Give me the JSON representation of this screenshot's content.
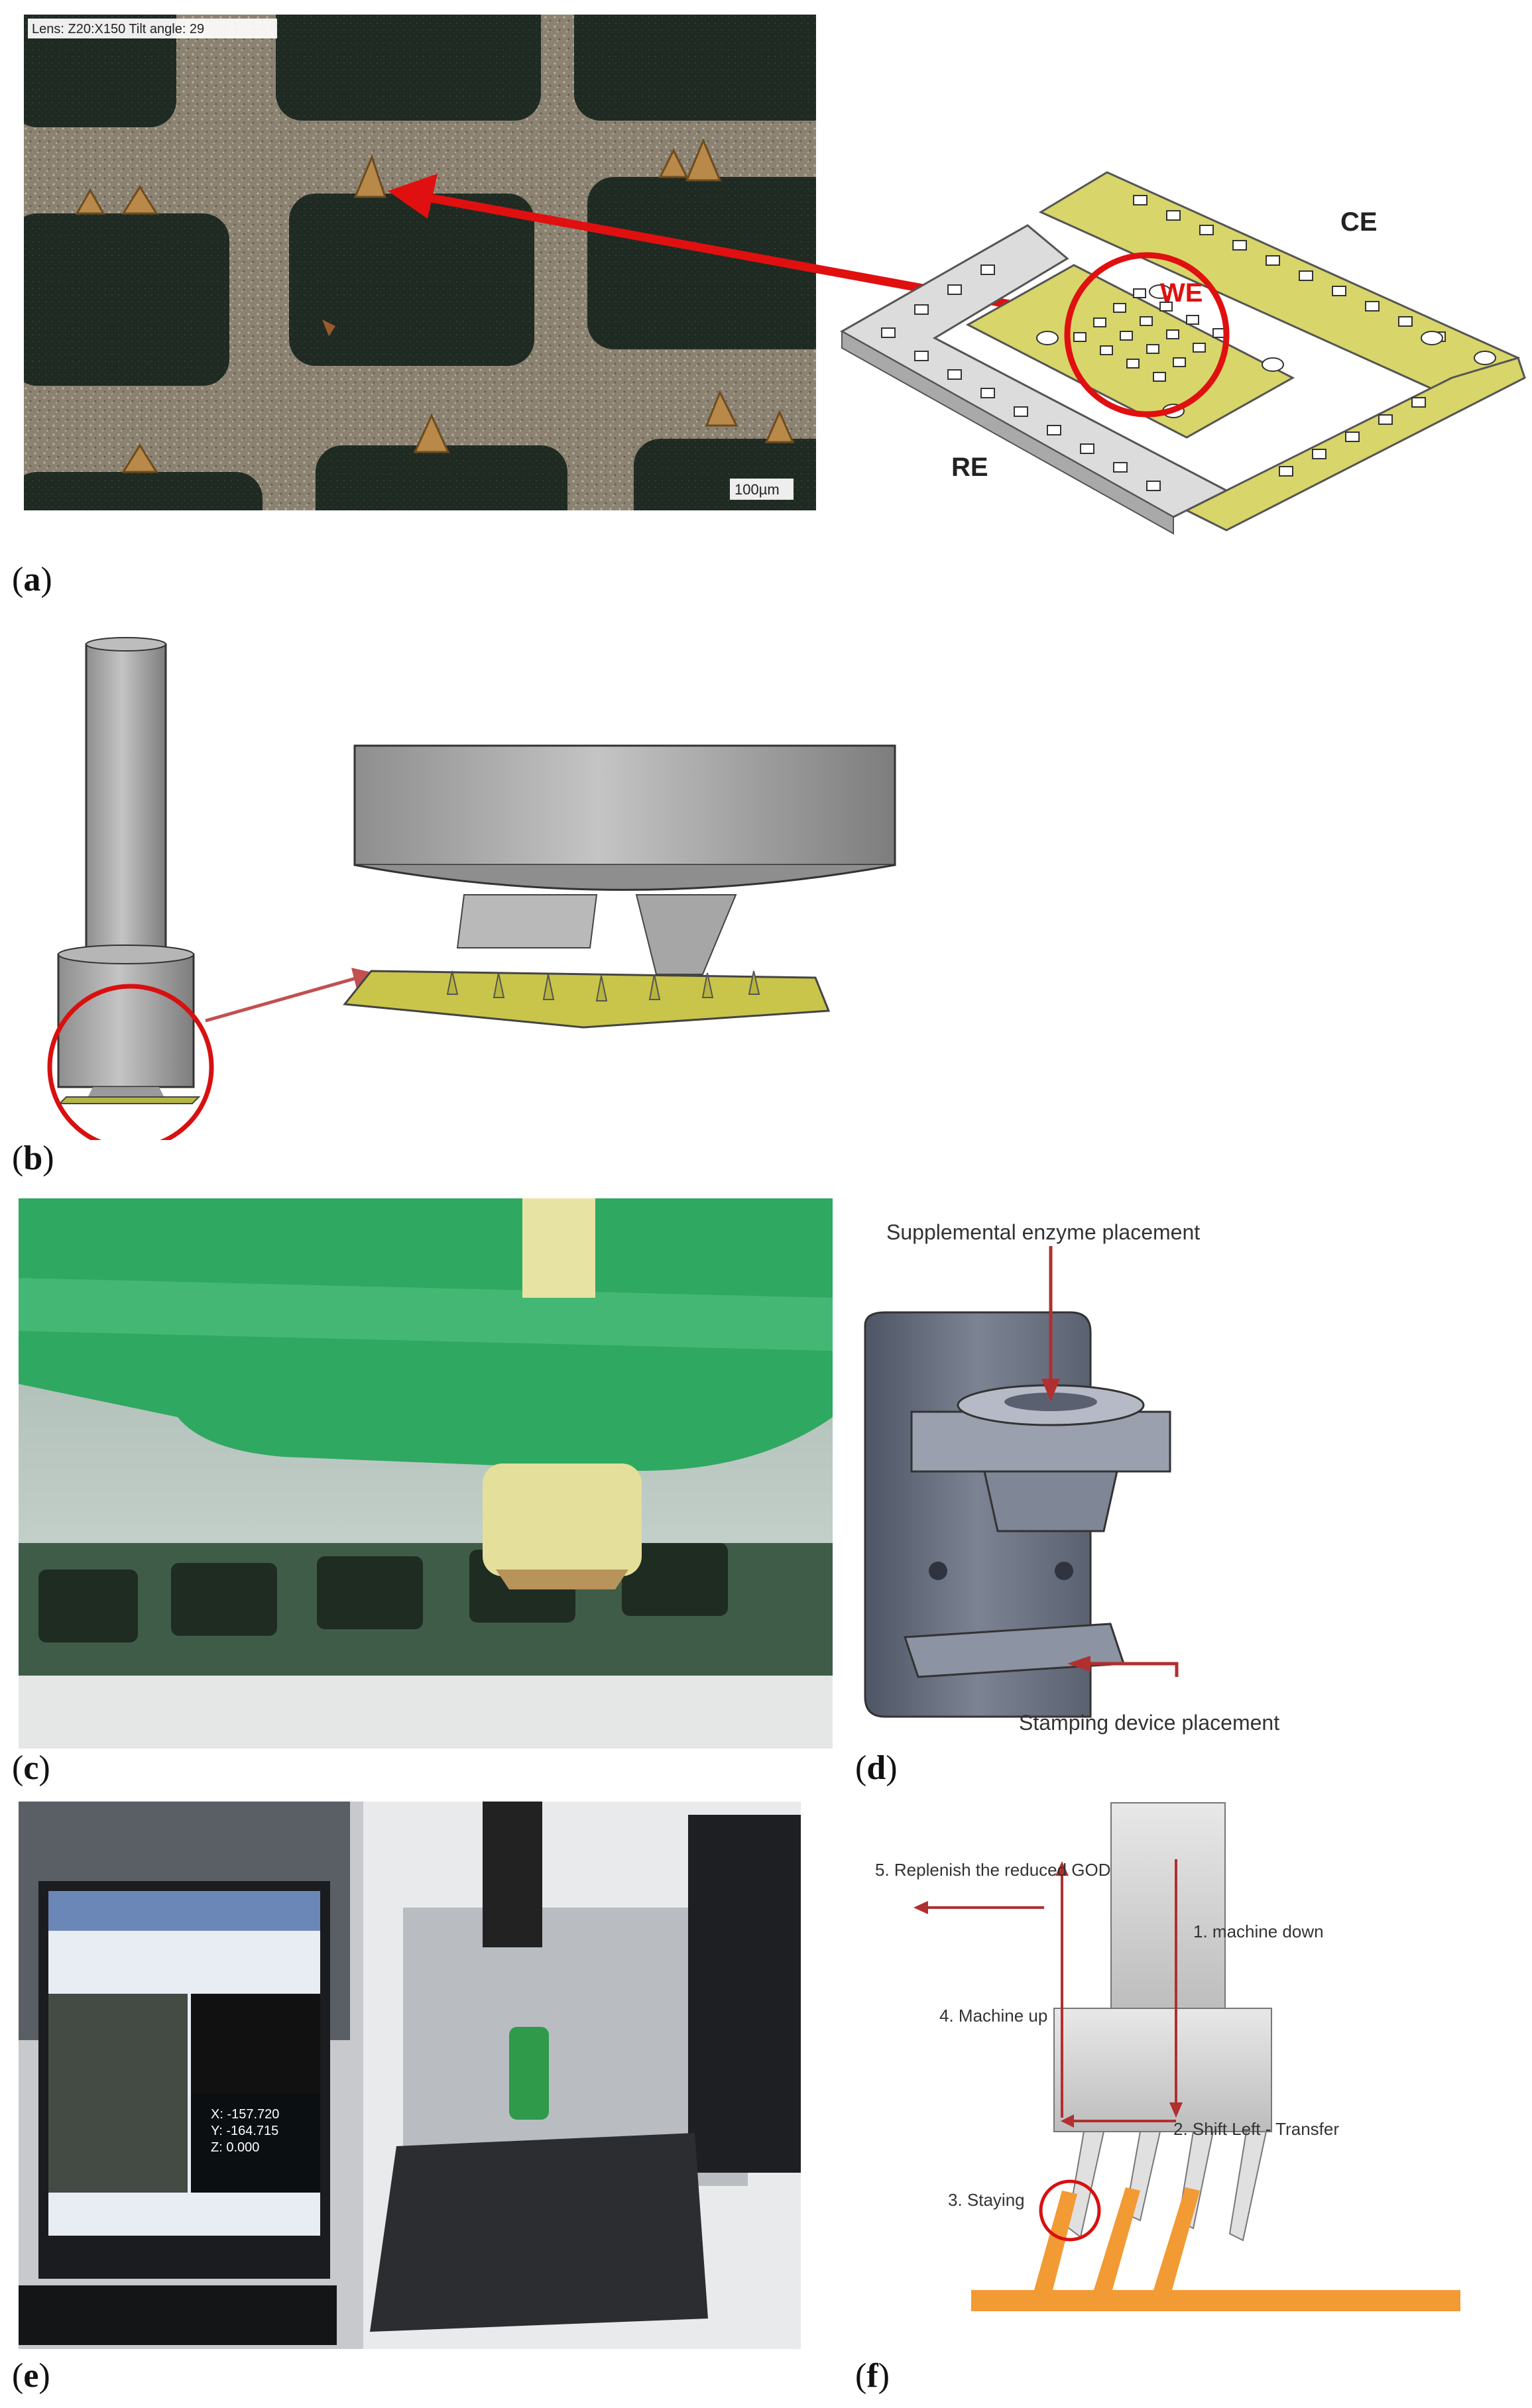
{
  "panel_a": {
    "label": "a",
    "micro_header": "Lens: Z20:X150  Tilt angle: 29",
    "scale_bar": "100µm",
    "electrode_labels": {
      "ce": "CE",
      "we": "WE",
      "re": "RE"
    },
    "colors": {
      "arrow": "#e01010",
      "we_text": "#e01010",
      "electrode_yellow": "#d8d56a",
      "electrode_grey": "#d9d9d9"
    }
  },
  "panel_b": {
    "label": "b",
    "colors": {
      "circle": "#d81010",
      "arrow": "#c25050"
    }
  },
  "panel_c": {
    "label": "c"
  },
  "panel_d": {
    "label": "d",
    "top_annotation": "Supplemental enzyme placement",
    "bottom_annotation": "Stamping device placement",
    "colors": {
      "arrow": "#b03030"
    }
  },
  "panel_e": {
    "label": "e",
    "readout": {
      "x": "X: -157.720",
      "y": "Y: -164.715",
      "z": "Z:    0.000"
    }
  },
  "panel_f": {
    "label": "f",
    "steps": {
      "step1": "1. machine down",
      "step2": "2. Shift Left - Transfer",
      "step3": "3. Staying",
      "step4": "4. Machine up",
      "step5": "5. Replenish the reduced GOD"
    },
    "colors": {
      "arrow": "#b03030",
      "orange": "#f29a33"
    }
  }
}
